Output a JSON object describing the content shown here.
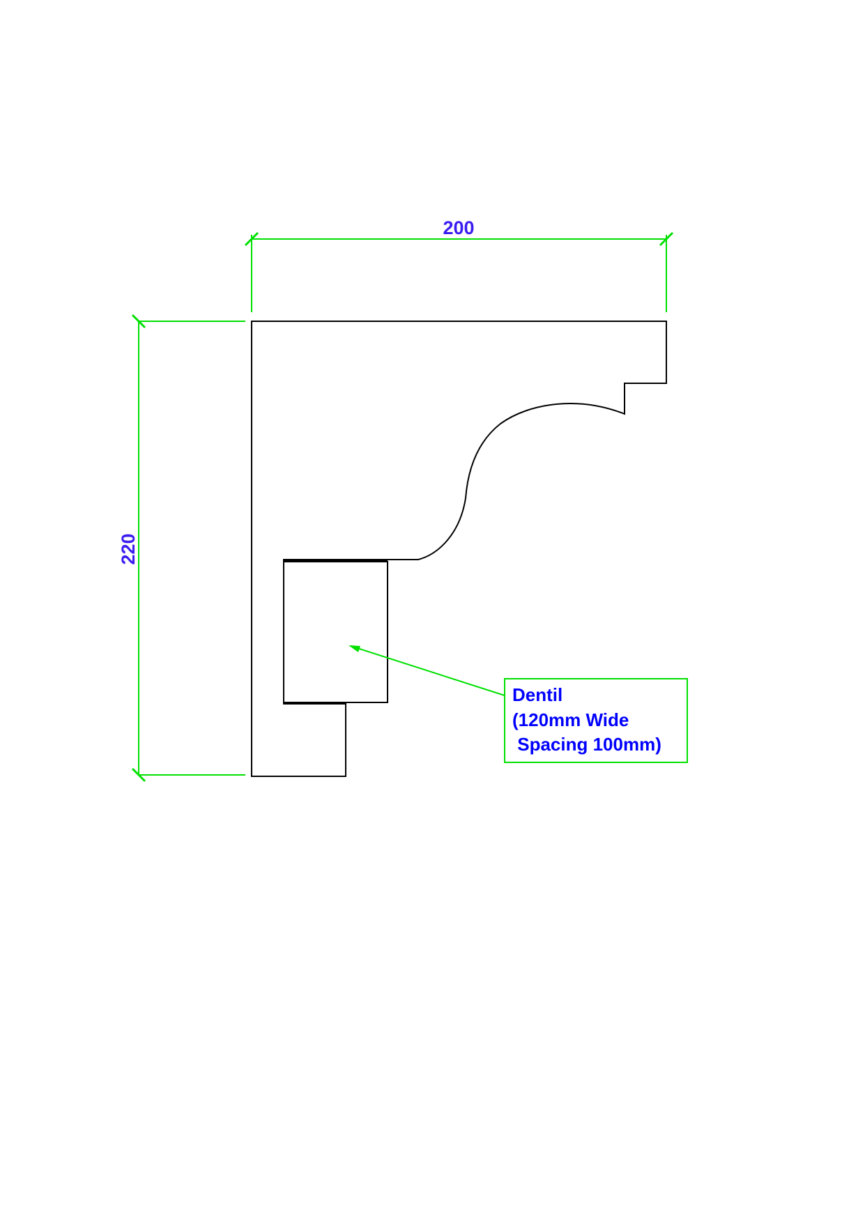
{
  "dimensions": {
    "width_label": "200",
    "height_label": "220"
  },
  "annotation": {
    "line1": "Dentil",
    "line2": "(120mm Wide",
    "line3": " Spacing 100mm)"
  },
  "colors": {
    "dimension_line": "#00e000",
    "dimension_text": "#3a1df0",
    "outline": "#000000",
    "label_text": "#0000ff",
    "leader": "#00e000"
  }
}
